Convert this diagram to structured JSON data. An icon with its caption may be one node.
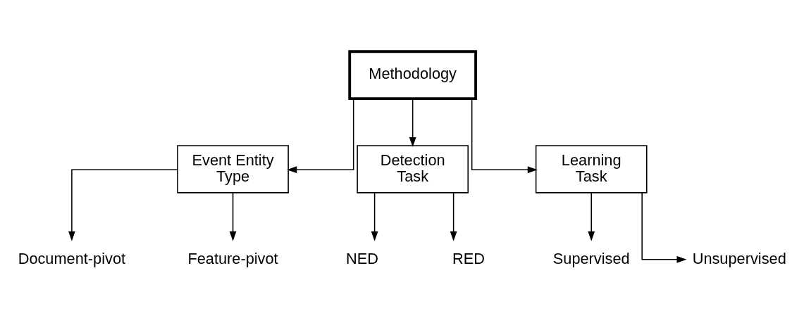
{
  "diagram": {
    "nodes": [
      {
        "text": [
          "Methodology"
        ]
      },
      {
        "text": [
          "Event Entity Type"
        ]
      },
      {
        "text": [
          "Detection Task"
        ]
      },
      {
        "text": [
          "Learning Task"
        ]
      },
      {
        "text": [
          "Document-pivot"
        ]
      },
      {
        "text": [
          "Feature-pivot"
        ]
      },
      {
        "text": [
          "NED"
        ]
      },
      {
        "text": [
          "RED"
        ]
      },
      {
        "text": [
          "Supervised"
        ]
      },
      {
        "text": [
          "Unsupervised"
        ]
      }
    ],
    "edges": [
      {
        "from": 0,
        "to": 1,
        "arrow": "to"
      },
      {
        "from": 0,
        "to": 2,
        "arrow": "to"
      },
      {
        "from": 0,
        "to": 3,
        "arrow": "to"
      },
      {
        "from": 1,
        "to": 4,
        "arrow": "to"
      },
      {
        "from": 1,
        "to": 5,
        "arrow": "to"
      },
      {
        "from": 2,
        "to": 6,
        "arrow": "to"
      },
      {
        "from": 2,
        "to": 7,
        "arrow": "to"
      },
      {
        "from": 3,
        "to": 8,
        "arrow": "to"
      },
      {
        "from": 3,
        "to": 9,
        "arrow": "to"
      }
    ]
  }
}
